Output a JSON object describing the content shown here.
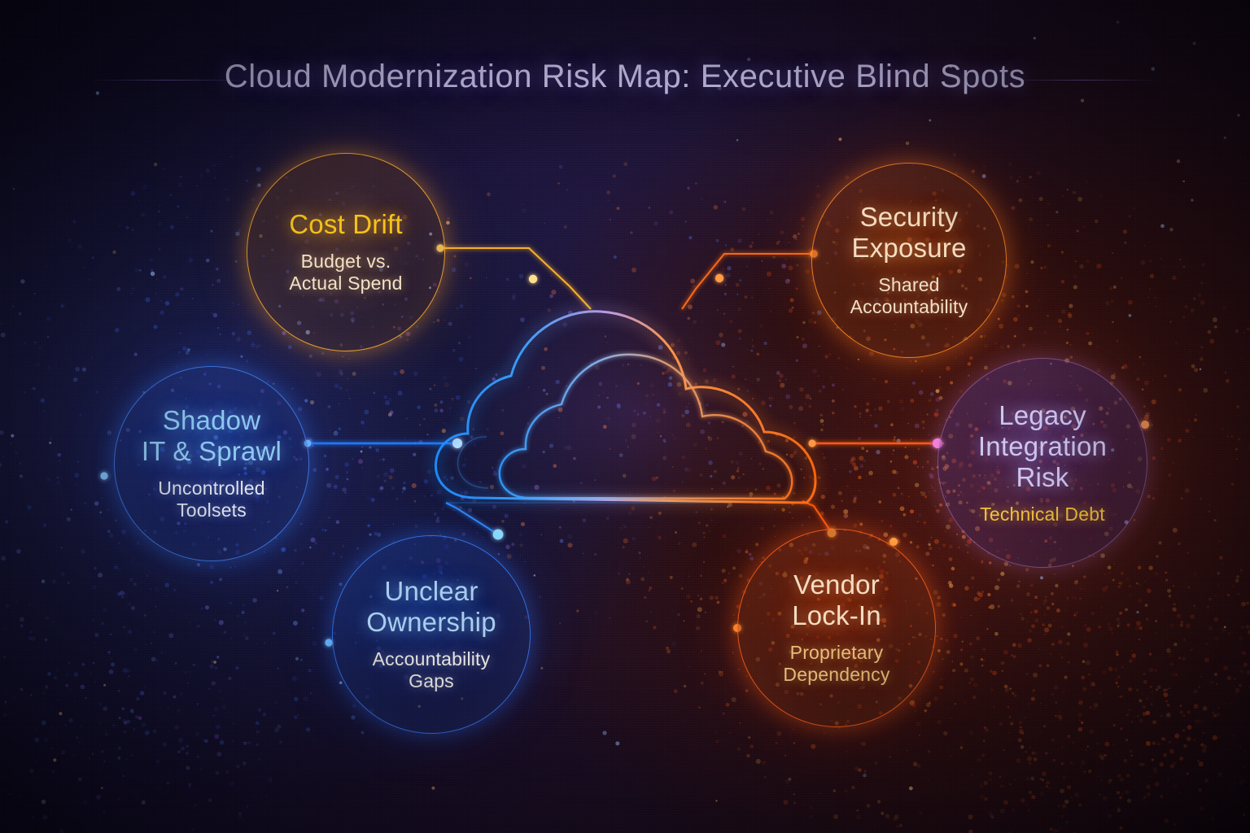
{
  "header": {
    "title": "Cloud Modernization Risk Map: Executive Blind Spots"
  },
  "center": {
    "icon": "cloud-icon",
    "label": ""
  },
  "colors": {
    "background_deep": "#0a0718",
    "title_text": "#cfc8ef",
    "amber": "#f7c21c",
    "orange": "#ff7a1e",
    "blue": "#3a80fa",
    "cyan_blue": "#8fc7f0",
    "purple": "#cfc6ef",
    "cream": "#f3e2c4",
    "magenta_node": "#ff5ad0"
  },
  "nodes": [
    {
      "id": "cost-drift",
      "title": "Cost Drift",
      "subtitle": "Budget vs.\nActual Spend",
      "subtitle_line1": "Budget vs.",
      "subtitle_line2": "Actual Spend",
      "accent": "#f7c21c",
      "position": "top-left"
    },
    {
      "id": "security-exposure",
      "title": "Security\nExposure",
      "title_line1": "Security",
      "title_line2": "Exposure",
      "subtitle_line1": "Shared",
      "subtitle_line2": "Accountability",
      "accent": "#ff8822",
      "position": "top-right"
    },
    {
      "id": "shadow-it",
      "title_line1": "Shadow",
      "title_line2": "IT & Sprawl",
      "subtitle_line1": "Uncontrolled",
      "subtitle_line2": "Toolsets",
      "accent": "#468cff",
      "position": "left"
    },
    {
      "id": "legacy-integration",
      "title_line1": "Legacy",
      "title_line2": "Integration",
      "title_line3": "Risk",
      "subtitle_line1": "Technical Debt",
      "accent": "#ba82cd",
      "position": "right"
    },
    {
      "id": "unclear-ownership",
      "title_line1": "Unclear",
      "title_line2": "Ownership",
      "subtitle_line1": "Accountability",
      "subtitle_line2": "Gaps",
      "accent": "#3a80fa",
      "position": "bottom-left"
    },
    {
      "id": "vendor-lock-in",
      "title_line1": "Vendor",
      "title_line2": "Lock-In",
      "subtitle_line1": "Proprietary",
      "subtitle_line2": "Dependency",
      "accent": "#ff621a",
      "position": "bottom-right"
    }
  ]
}
